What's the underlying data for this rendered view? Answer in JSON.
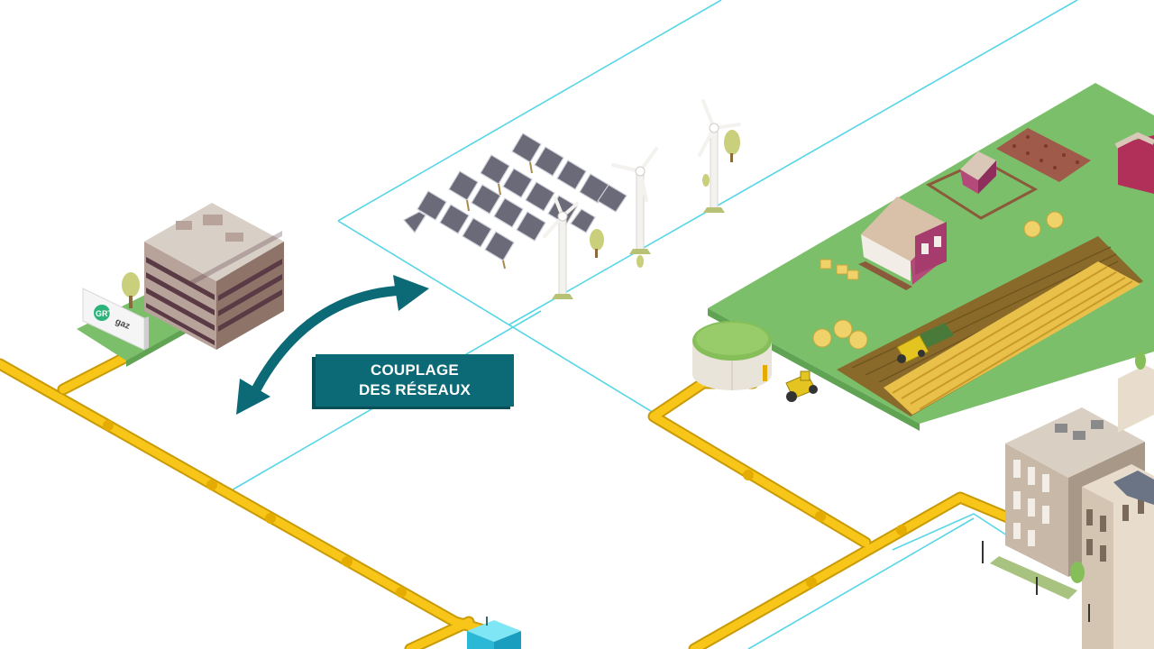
{
  "callout": {
    "line1": "COUPLAGE",
    "line2": "DES RÉSEAUX"
  },
  "brand_sign": {
    "text_gr": "GRT",
    "text_gaz": "gaz"
  },
  "colors": {
    "pipeline": "#f2c11b",
    "grid_line": "#56d6e6",
    "callout_bg": "#0c6a76",
    "arrow": "#0c6a76",
    "field_green": "#7cbf6b",
    "crop_field": "#8a6a2a",
    "wheat": "#e8c04a"
  },
  "icons": [
    "office-building-icon",
    "solar-panel-icon",
    "wind-turbine-icon",
    "farmhouse-icon",
    "barn-icon",
    "biogas-tank-icon",
    "tractor-icon",
    "harvester-icon",
    "hay-bale-icon",
    "city-building-icon",
    "pipe-junction-icon",
    "double-arrow-icon"
  ]
}
